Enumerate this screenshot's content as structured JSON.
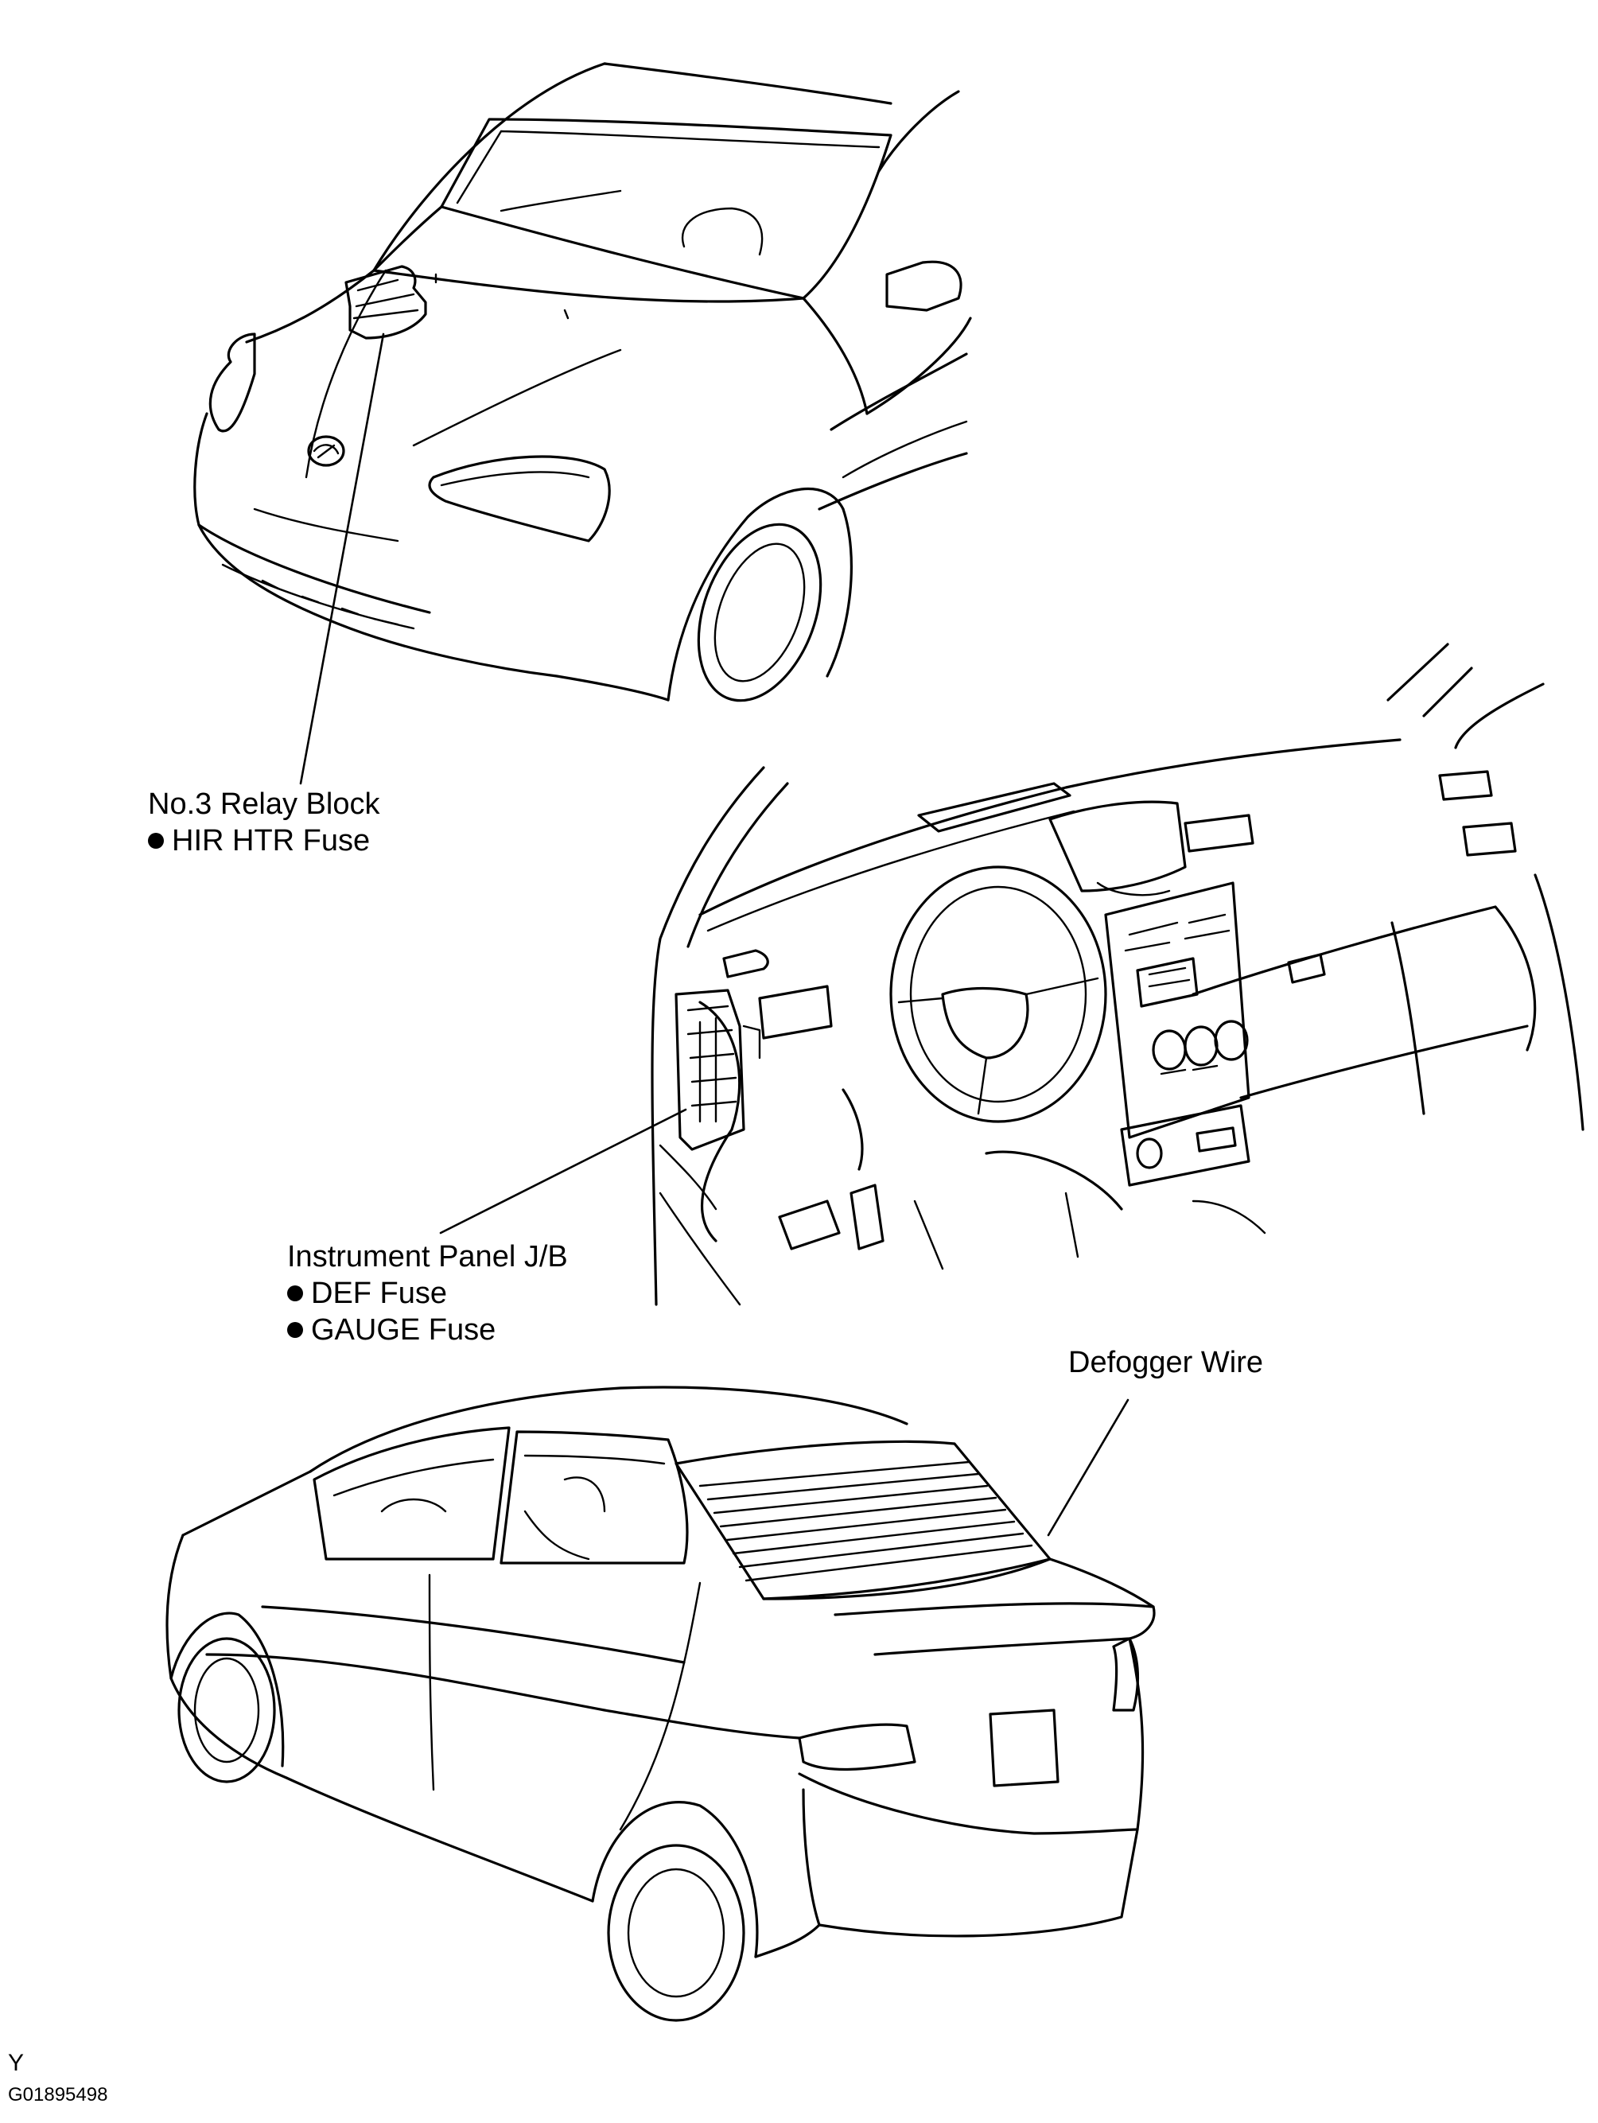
{
  "callouts": {
    "relay_block": {
      "title": "No.3 Relay Block",
      "items": [
        "HIR HTR Fuse"
      ]
    },
    "instrument_panel": {
      "title": "Instrument Panel J/B",
      "items": [
        "DEF Fuse",
        "GAUGE Fuse"
      ]
    },
    "defogger": {
      "title": "Defogger Wire"
    }
  },
  "footer": {
    "letter": "Y",
    "code": "G01895498"
  }
}
